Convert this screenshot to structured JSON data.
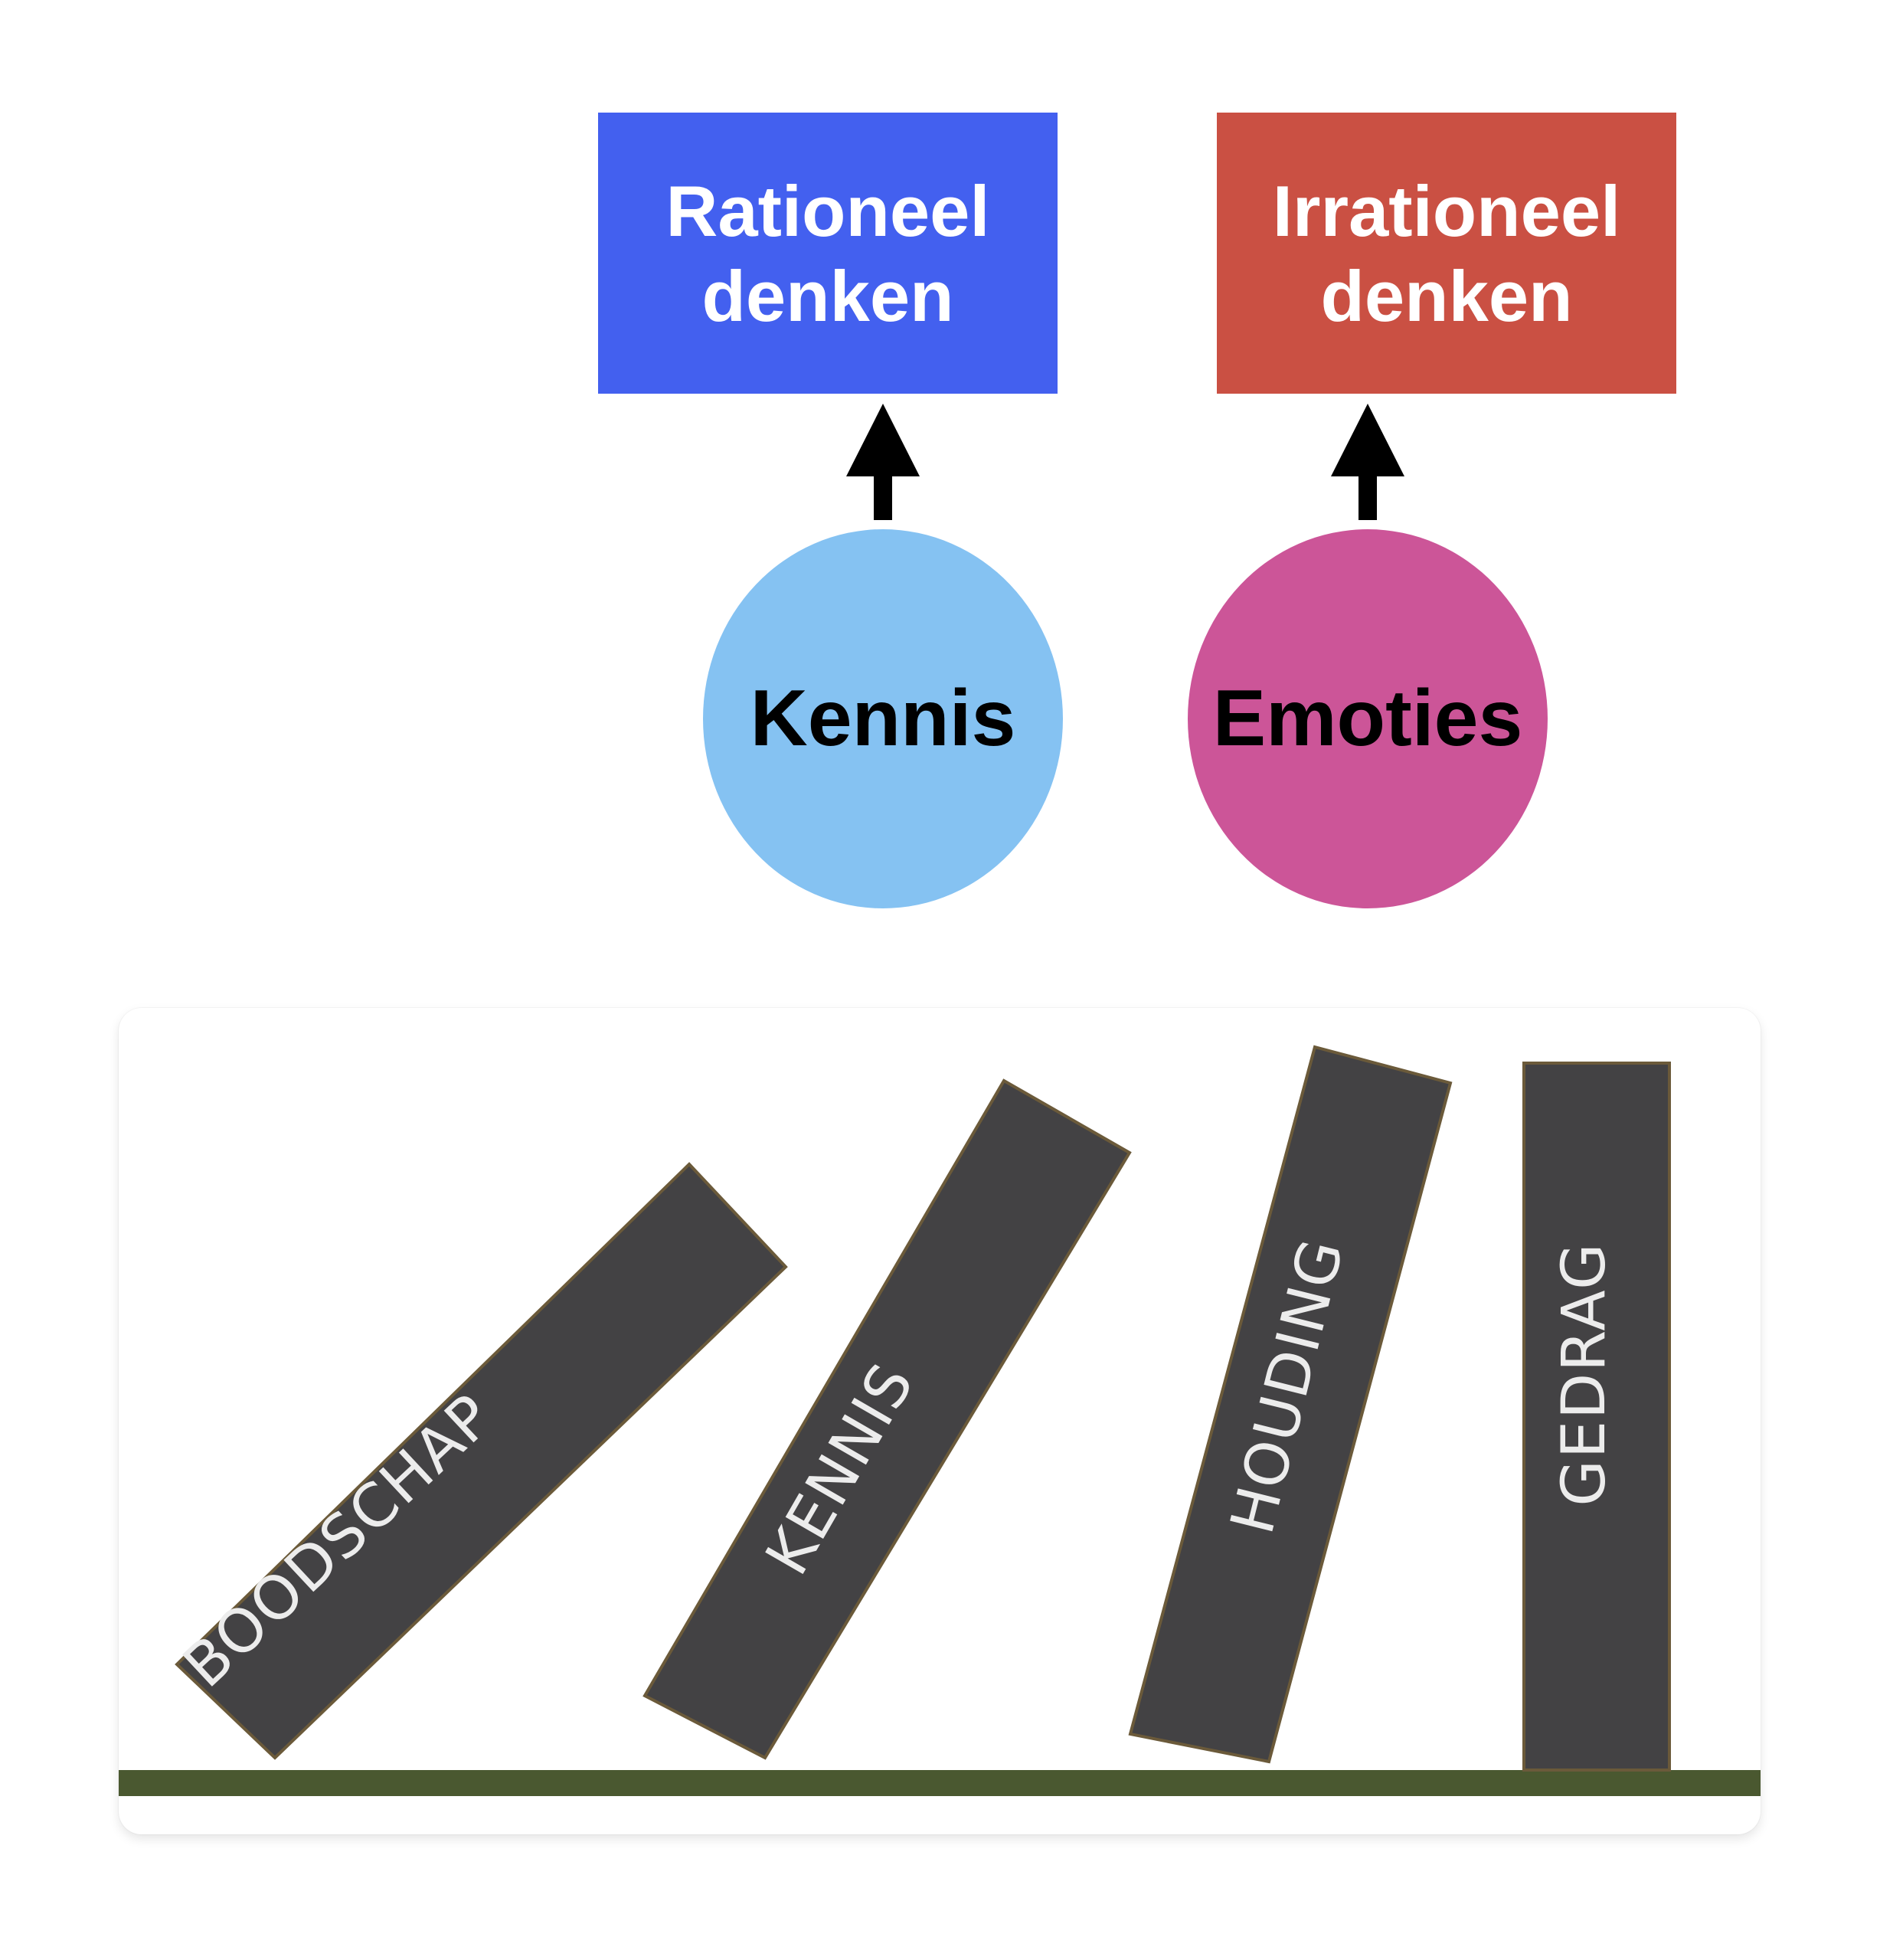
{
  "diagram": {
    "top_boxes": [
      {
        "id": "rational",
        "lines": [
          "Rationeel",
          "denken"
        ],
        "color": "#4360ef",
        "text_color": "#ffffff"
      },
      {
        "id": "irrational",
        "lines": [
          "Irrationeel",
          "denken"
        ],
        "color": "#ca5043",
        "text_color": "#ffffff"
      }
    ],
    "bubbles": [
      {
        "id": "kennis",
        "label": "Kennis",
        "color": "#85c2f2",
        "points_to": "rational"
      },
      {
        "id": "emoties",
        "label": "Emoties",
        "color": "#cc5598",
        "points_to": "irrational"
      }
    ],
    "arrow_color": "#000000"
  },
  "dominoes": {
    "items": [
      {
        "label": "BOODSCHAP",
        "state": "fallen-most"
      },
      {
        "label": "KENNIS",
        "state": "falling"
      },
      {
        "label": "HOUDING",
        "state": "tilting"
      },
      {
        "label": "GEDRAG",
        "state": "standing"
      }
    ],
    "domino_color": "#434244",
    "edge_color": "#6b5a3a",
    "label_color": "#ececec",
    "ground_color": "#4a5830"
  }
}
